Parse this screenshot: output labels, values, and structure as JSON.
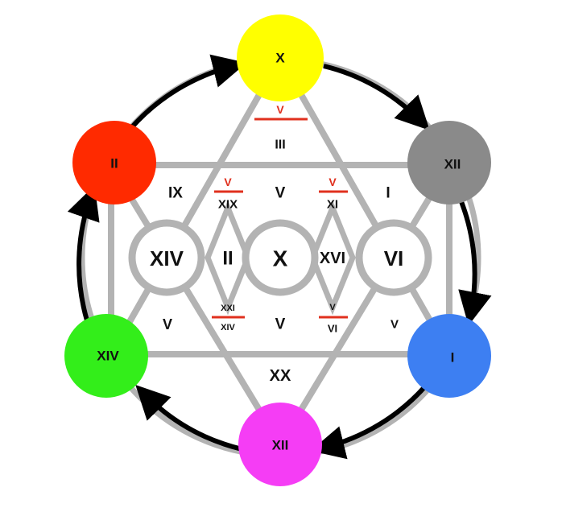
{
  "outer_nodes": [
    {
      "id": "top",
      "label": "X",
      "color": "#ffff00"
    },
    {
      "id": "upper-right",
      "label": "XII",
      "color": "#8a8a8a"
    },
    {
      "id": "lower-right",
      "label": "I",
      "color": "#3d7ff2"
    },
    {
      "id": "bottom",
      "label": "XII",
      "color": "#f53df5"
    },
    {
      "id": "lower-left",
      "label": "XIV",
      "color": "#33ee1a"
    },
    {
      "id": "upper-left",
      "label": "II",
      "color": "#ff2a00"
    }
  ],
  "inner_circles": {
    "left": "XIV",
    "center": "X",
    "right": "VI"
  },
  "diamonds": {
    "left": "II",
    "right": "XVI"
  },
  "regions": {
    "top_triangle": "III",
    "top_fraction_top": "V",
    "upper_left_outer": "IX",
    "upper_left_frac_top": "V",
    "upper_left_frac_bot": "XIX",
    "upper_center": "V",
    "upper_right_frac_top": "V",
    "upper_right_frac_bot": "XI",
    "upper_right_outer": "I",
    "lower_left_outer": "V",
    "lower_left_frac_top": "XXI",
    "lower_left_frac_bot": "XIV",
    "lower_center": "V",
    "lower_right_frac_top": "V",
    "lower_right_frac_bot": "VI",
    "lower_right_outer": "V",
    "bottom_triangle": "XX"
  },
  "colors": {
    "line": "#b3b3b3",
    "ring": "#b3b3b3",
    "arrow": "#000000",
    "fraction_bar": "#e0301e",
    "text": "#111111"
  },
  "icons": [
    "arrow-head-icon"
  ]
}
